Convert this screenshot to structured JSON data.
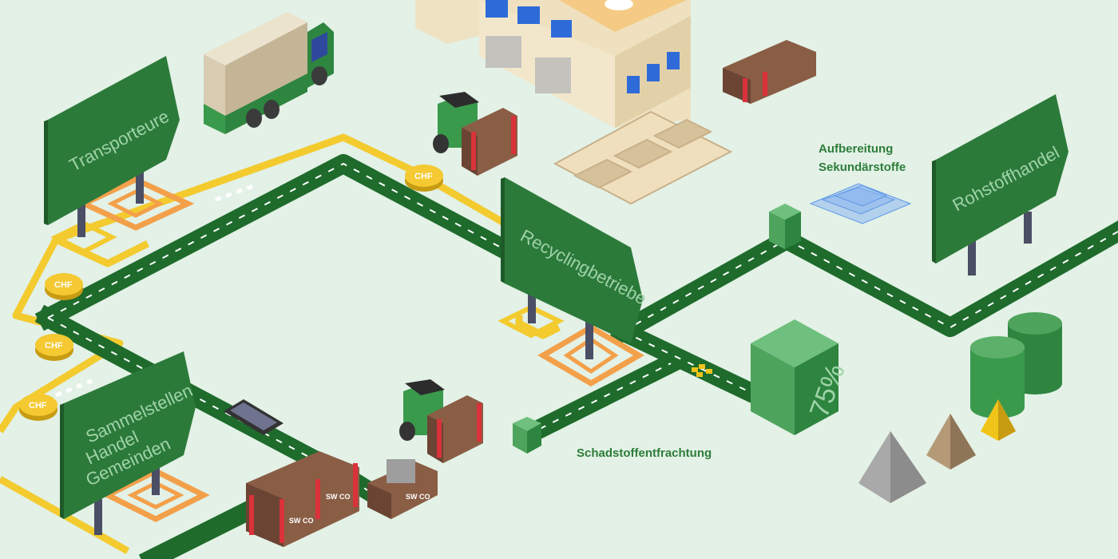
{
  "signs": {
    "transport": "Transporteure",
    "recycling": "Recyclingbetriebe",
    "collection": [
      "Sammelstellen",
      "Handel",
      "Gemeinden"
    ],
    "raw_material": "Rohstoffhandel"
  },
  "labels": {
    "processing": [
      "Aufbereitung",
      "Sekundärstoffe"
    ],
    "hazardous": "Schadstoffentfrachtung"
  },
  "recovery_block": {
    "value": "75%"
  },
  "currency": "CHF",
  "brand": {
    "crate_text": "SW CO"
  },
  "colors": {
    "background": "#e3f1e6",
    "road": "#1e6b2c",
    "money_path": "#f3cb2f",
    "sign": "#2c7a3a",
    "target": "#f3a04a",
    "crate": "#8a5d45"
  }
}
